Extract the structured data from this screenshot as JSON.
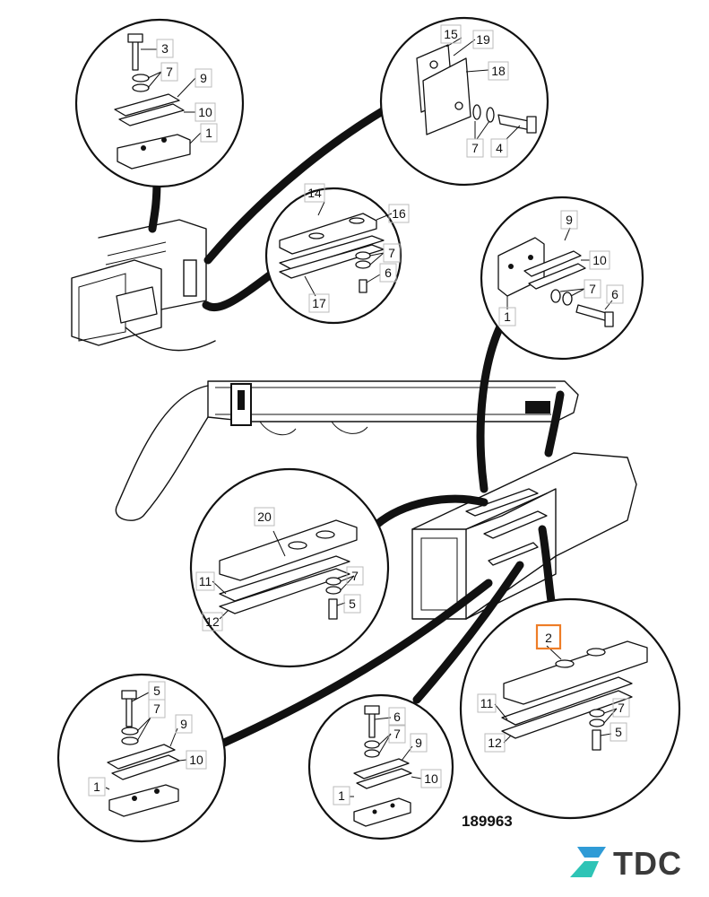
{
  "drawing_number": "189963",
  "highlighted_callout": "2",
  "accent_color": "#ee7d27",
  "logo": {
    "text": "TDC",
    "mark_colors": [
      "#2f9bd6",
      "#2ec4b6"
    ]
  },
  "callouts": {
    "c1": "3",
    "c2": "7",
    "c3": "9",
    "c4": "10",
    "c5": "1",
    "c6": "15",
    "c7": "19",
    "c8": "18",
    "c9": "7",
    "c10": "4",
    "c11": "14",
    "c12": "16",
    "c13": "7",
    "c14": "6",
    "c15": "17",
    "c16": "9",
    "c17": "10",
    "c18": "1",
    "c19": "7",
    "c20": "6",
    "c21": "20",
    "c22": "11",
    "c23": "7",
    "c24": "12",
    "c25": "5",
    "c26": "2",
    "c27": "11",
    "c28": "7",
    "c29": "12",
    "c30": "5",
    "c31": "5",
    "c32": "7",
    "c33": "9",
    "c34": "10",
    "c35": "1",
    "c36": "6",
    "c37": "7",
    "c38": "9",
    "c39": "10",
    "c40": "1"
  }
}
